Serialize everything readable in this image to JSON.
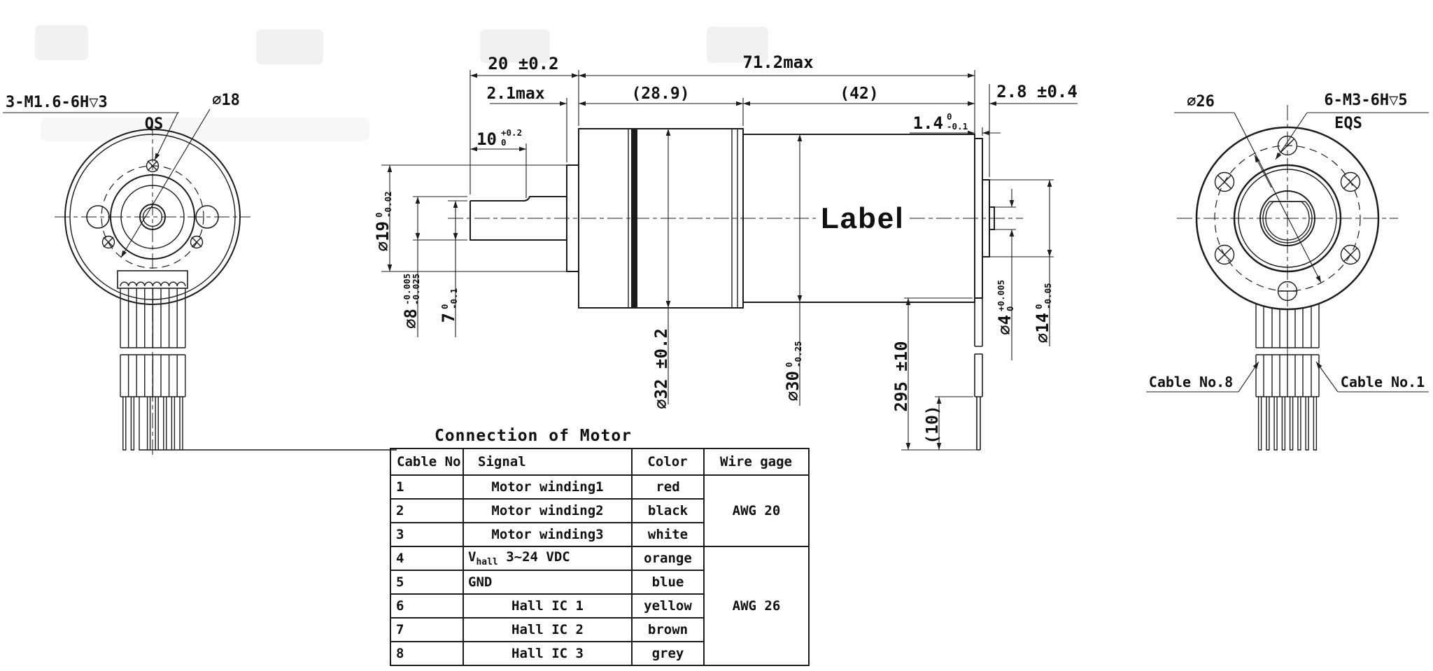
{
  "side_view": {
    "body_label": "Label",
    "dims": {
      "len_shaft": "20 ±0.2",
      "len_total": "71.2max",
      "len_pilot": "2.1max",
      "len_gearbox": "(28.9)",
      "len_motor": "(42)",
      "len_rear_boss": "2.8 ±0.4",
      "len_rear_plate": {
        "value": "1.4",
        "tol_up": "0",
        "tol_dn": "-0.1"
      },
      "len_flat": {
        "value": "10",
        "tol_up": "+0.2",
        "tol_dn": "0"
      },
      "dia_pilot": {
        "value": "∅19",
        "tol_up": "0",
        "tol_dn": "-0.02"
      },
      "dia_shaft": {
        "value": "∅8",
        "tol_up": "-0.005",
        "tol_dn": "-0.025"
      },
      "flat_height": {
        "value": "7",
        "tol_up": "0",
        "tol_dn": "-0.1"
      },
      "dia_gearbox": "∅32 ±0.2",
      "dia_motor": {
        "value": "∅30",
        "tol_up": "0",
        "tol_dn": "-0.25"
      },
      "cable_length": "295 ±10",
      "cable_bare_end": "(10)",
      "dia_rear_shaft": {
        "value": "∅4",
        "tol_up": "+0.005",
        "tol_dn": "0"
      },
      "dia_rear_boss": {
        "value": "∅14",
        "tol_up": "0",
        "tol_dn": "-0.05"
      }
    }
  },
  "left_view": {
    "thread_callout": "3-M1.6-6H▽3",
    "thread_callout_line2": "QS",
    "dia_bolt_circle": "∅18"
  },
  "right_view": {
    "dia_bolt_circle": "∅26",
    "thread_callout": "6-M3-6H▽5",
    "thread_callout_line2": "EQS",
    "cable_no8": "Cable No.8",
    "cable_no1": "Cable No.1"
  },
  "table": {
    "title": "Connection of Motor",
    "headers": [
      "Cable No.",
      "Signal",
      "Color",
      "Wire gage"
    ],
    "rows": [
      {
        "no": "1",
        "signal": "Motor winding1",
        "color": "red"
      },
      {
        "no": "2",
        "signal": "Motor winding2",
        "color": "black"
      },
      {
        "no": "3",
        "signal": "Motor winding3",
        "color": "white"
      },
      {
        "no": "4",
        "signal_main": "V",
        "signal_sub": "hall",
        "signal_rest": " 3~24 VDC",
        "color": "orange"
      },
      {
        "no": "5",
        "signal": "GND",
        "color": "blue"
      },
      {
        "no": "6",
        "signal": "Hall IC 1",
        "color": "yellow"
      },
      {
        "no": "7",
        "signal": "Hall IC 2",
        "color": "brown"
      },
      {
        "no": "8",
        "signal": "Hall IC 3",
        "color": "grey"
      }
    ],
    "wire_gage_groups": [
      {
        "label": "AWG 20"
      },
      {
        "label": "AWG 26"
      }
    ]
  }
}
